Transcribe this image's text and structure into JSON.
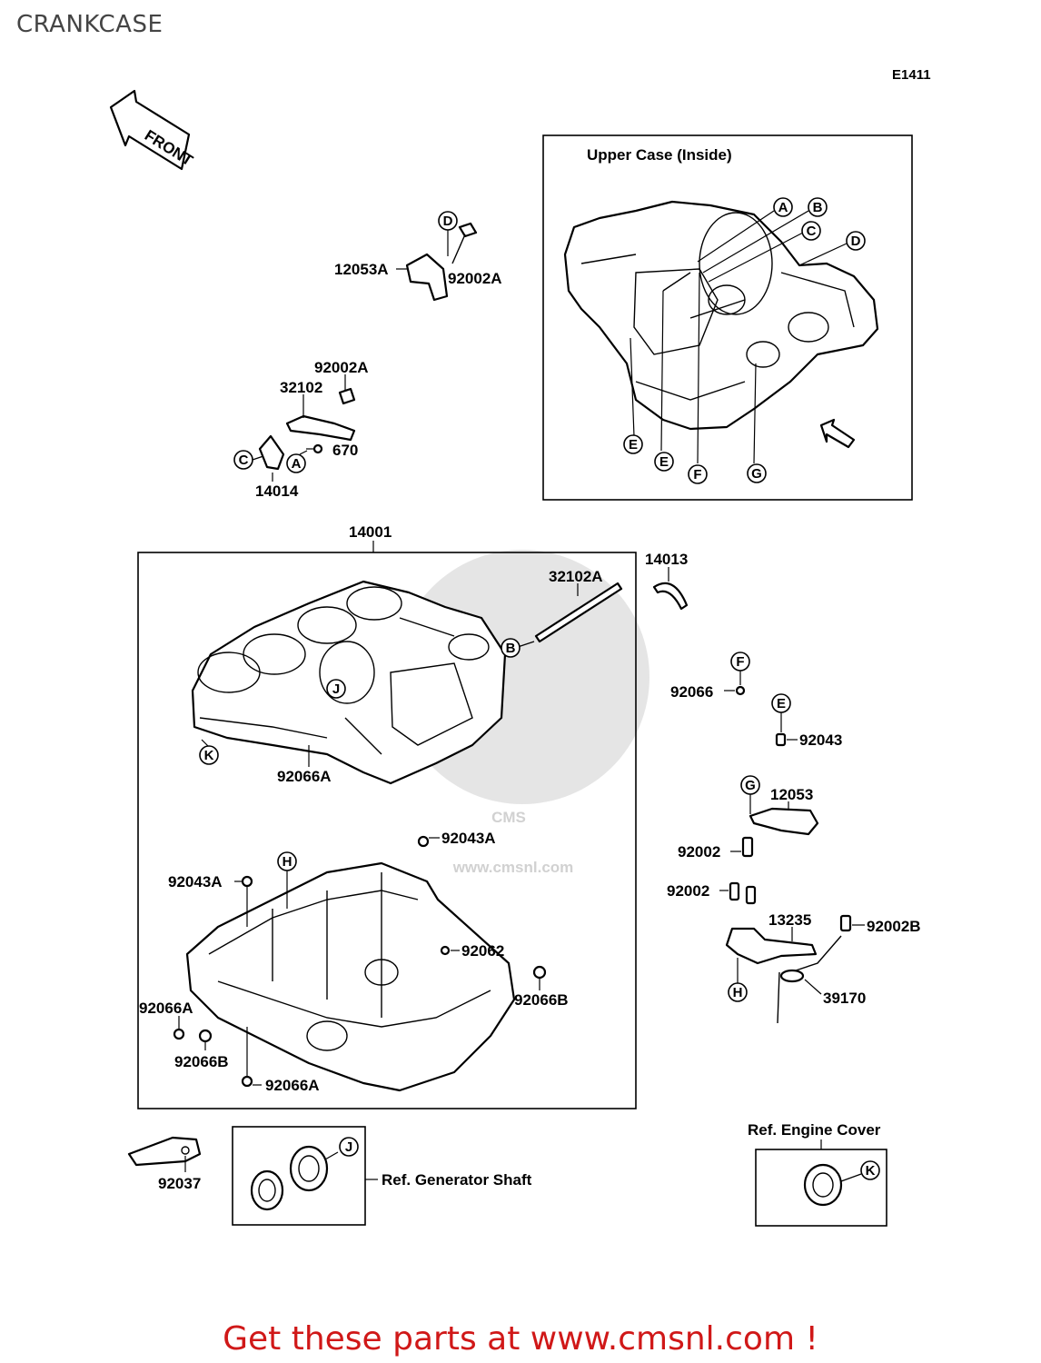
{
  "page": {
    "title": "CRANKCASE",
    "diagram_code": "E1411"
  },
  "orientation": {
    "arrow_label": "FRONT"
  },
  "inset_upper_case": {
    "title": "Upper Case (Inside)",
    "callouts": [
      "A",
      "B",
      "C",
      "D",
      "E",
      "E",
      "F",
      "G"
    ]
  },
  "main_assembly": {
    "label": "14001"
  },
  "part_labels": {
    "p12053A": "12053A",
    "p92002A_top": "92002A",
    "p92002A_mid": "92002A",
    "p32102": "32102",
    "p670": "670",
    "p14014": "14014",
    "p14013": "14013",
    "p32102A": "32102A",
    "p92066": "92066",
    "p92043": "92043",
    "p12053": "12053",
    "p92002_a": "92002",
    "p92002_b": "92002",
    "p13235": "13235",
    "p92002B": "92002B",
    "p39170": "39170",
    "p92066A_upper": "92066A",
    "p92043A_right": "92043A",
    "p92043A_left": "92043A",
    "p92062": "92062",
    "p92066B_right": "92066B",
    "p92066A_left": "92066A",
    "p92066B_left": "92066B",
    "p92066A_bottom": "92066A",
    "p92037": "92037"
  },
  "callout_letters": {
    "D_top": "D",
    "C_left": "C",
    "A_left": "A",
    "B_main": "B",
    "J_main": "J",
    "K_main": "K",
    "F_right": "F",
    "E_right": "E",
    "G_right": "G",
    "H_right": "H",
    "H_lower": "H",
    "J_ref": "J",
    "K_ref": "K"
  },
  "reference_notes": {
    "generator_shaft": "Ref. Generator Shaft",
    "engine_cover": "Ref. Engine Cover"
  },
  "watermark": {
    "text": "www.cmsnl.com",
    "logo_text": "CMS"
  },
  "footer": {
    "cta": "Get these parts at www.cmsnl.com !",
    "cta_color": "#d01818"
  }
}
